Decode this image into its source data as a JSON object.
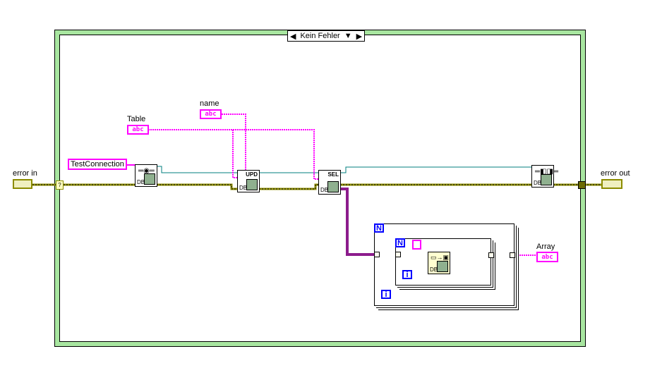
{
  "case_structure": {
    "selector_value": "Kein Fehler"
  },
  "controls": {
    "error_in": {
      "label": "error in"
    },
    "table": {
      "label": "Table",
      "glyph": "abc"
    },
    "name": {
      "label": "name",
      "glyph": "abc"
    }
  },
  "constants": {
    "connection_name": "TestConnection"
  },
  "indicators": {
    "error_out": {
      "label": "error out"
    },
    "array": {
      "label": "Array",
      "glyph": "abc"
    }
  },
  "nodes": {
    "open": {
      "label": "DB"
    },
    "update": {
      "label": "DB",
      "tag": "UPD"
    },
    "select": {
      "label": "DB",
      "tag": "SEL"
    },
    "close": {
      "label": "DB"
    },
    "convert": {
      "label": "DB"
    }
  },
  "loops": {
    "outer": {
      "count": "N",
      "index": "i"
    },
    "inner": {
      "count": "N",
      "index": "i"
    }
  },
  "tunnel_glyph": "?",
  "colors": {
    "error_wire": "#8c8c00",
    "string_wire": "#ff00ff",
    "refnum_wire": "#007f7f",
    "variant_array_wire": "#8c1c8c",
    "case_border": "#a8e6a0"
  }
}
